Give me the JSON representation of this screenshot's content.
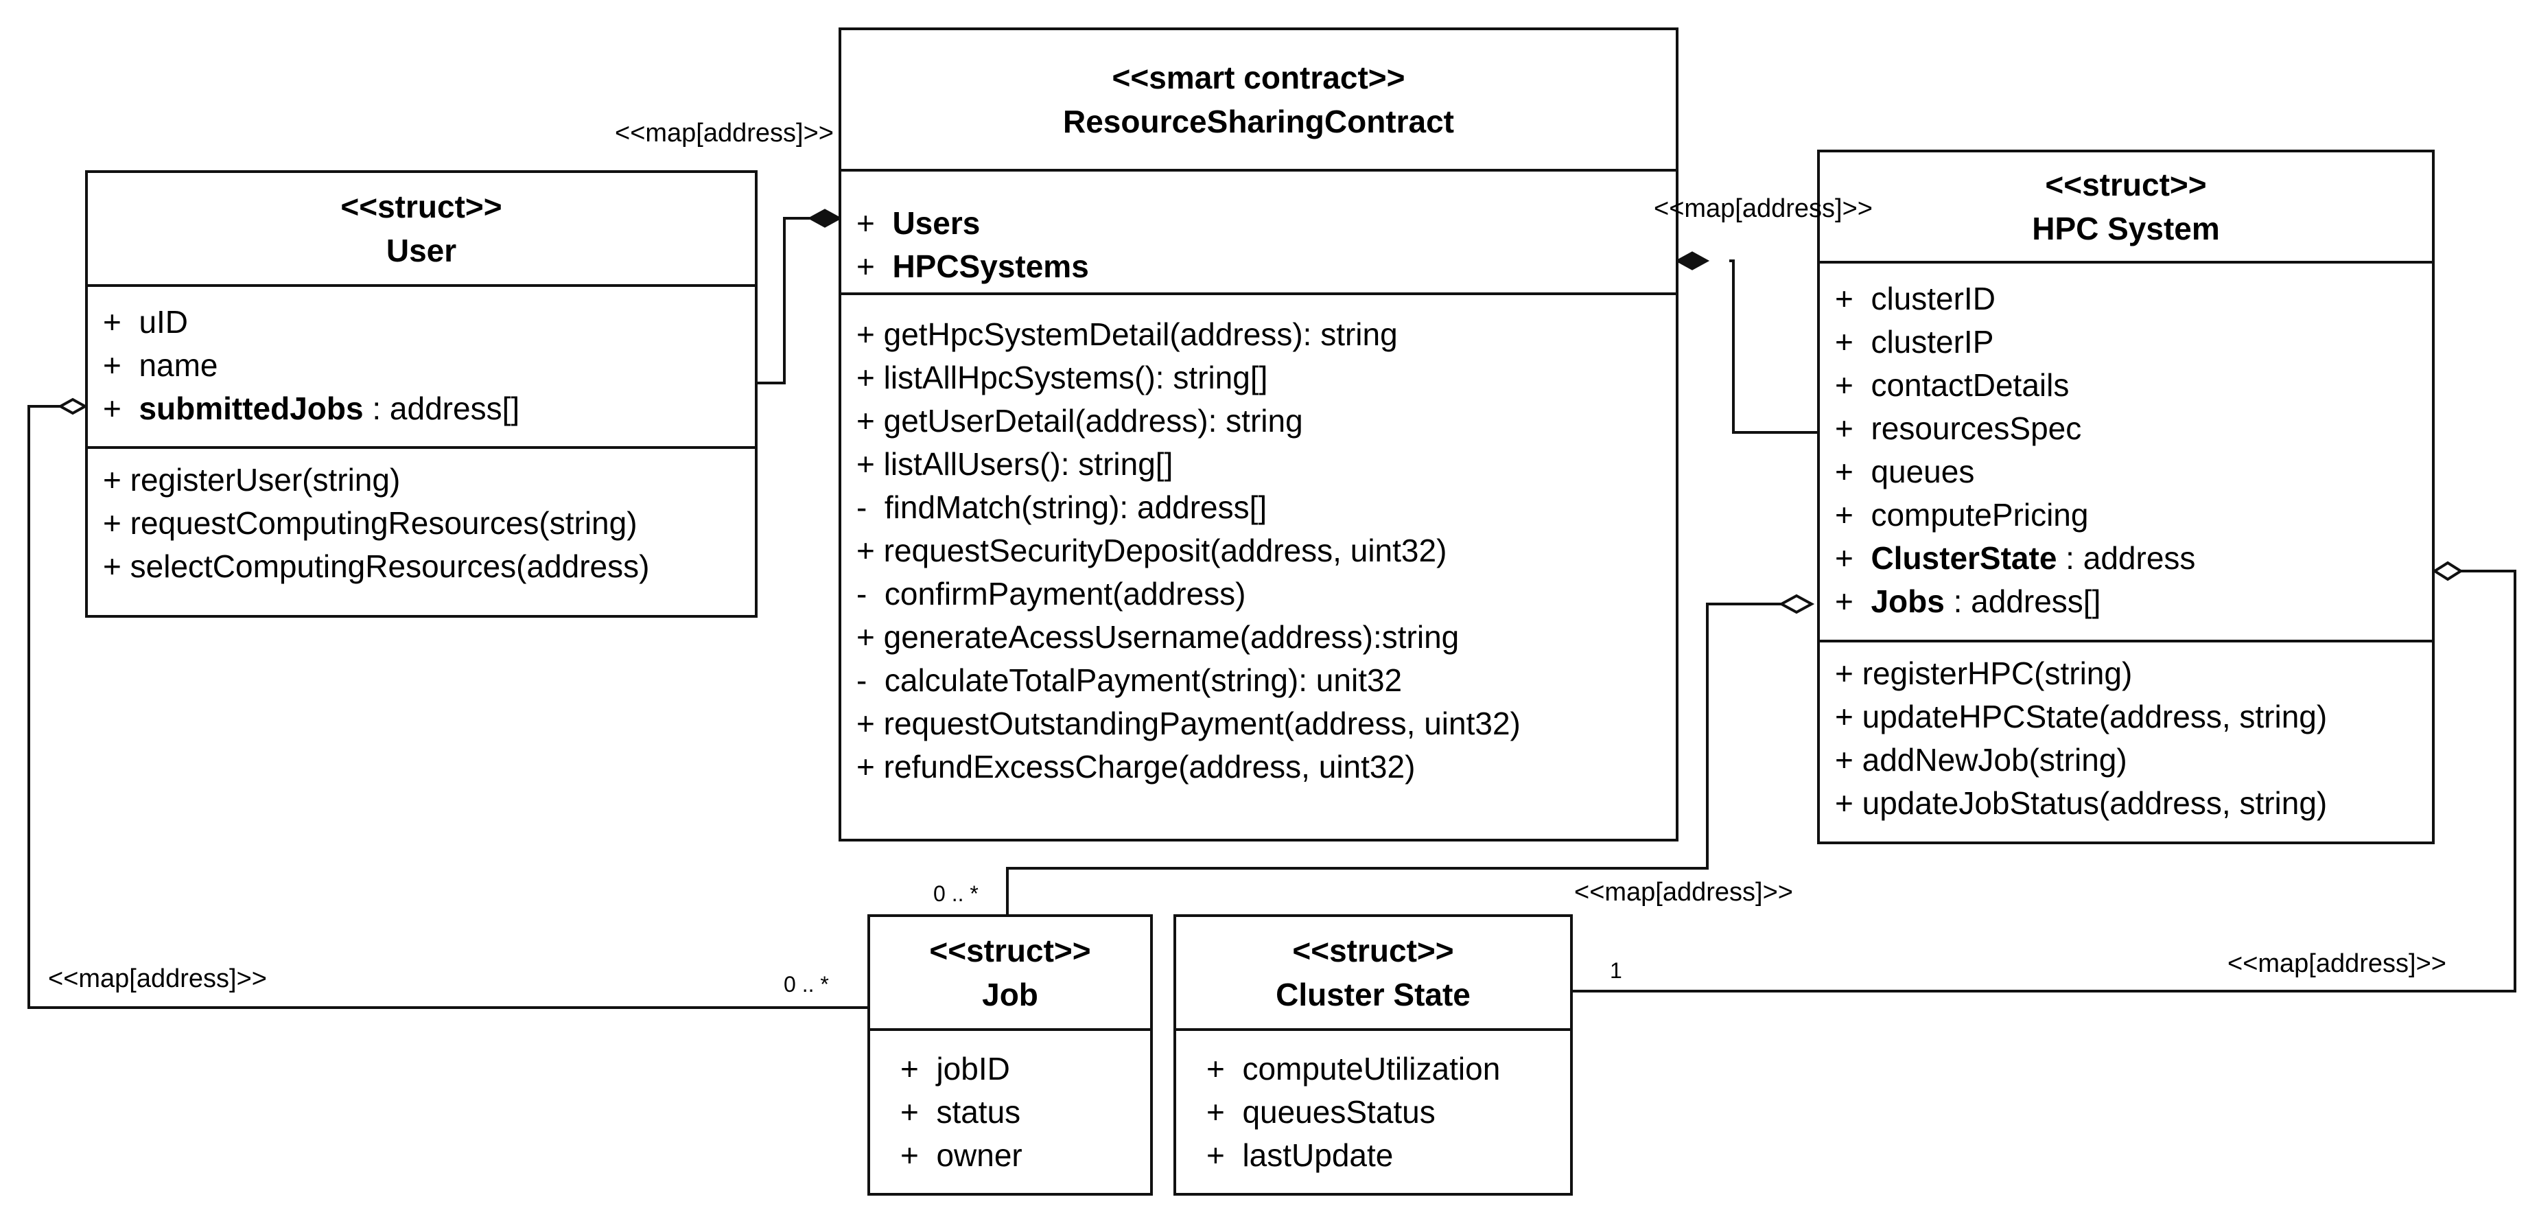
{
  "classes": {
    "contract": {
      "stereotype": "<<smart contract>>",
      "name": "ResourceSharingContract",
      "attributes": [
        {
          "vis": "+",
          "name": "Users",
          "type": ""
        },
        {
          "vis": "+",
          "name": "HPCSystems",
          "type": ""
        }
      ],
      "methods": [
        "+ getHpcSystemDetail(address): string",
        "+ listAllHpcSystems(): string[]",
        "+ getUserDetail(address): string",
        "+ listAllUsers(): string[]",
        "-  findMatch(string): address[]",
        "+ requestSecurityDeposit(address, uint32)",
        "-  confirmPayment(address)",
        "+ generateAcessUsername(address):string",
        "-  calculateTotalPayment(string): unit32",
        "+ requestOutstandingPayment(address, uint32)",
        "+ refundExcessCharge(address, uint32)"
      ]
    },
    "user": {
      "stereotype": "<<struct>>",
      "name": "User",
      "attributes": [
        {
          "vis": "+",
          "name": "uID",
          "type": ""
        },
        {
          "vis": "+",
          "name": "name",
          "type": ""
        },
        {
          "vis": "+",
          "name": "submittedJobs",
          "type": " : address[]"
        }
      ],
      "methods": [
        "+ registerUser(string)",
        "+ requestComputingResources(string)",
        "+ selectComputingResources(address)"
      ]
    },
    "hpc": {
      "stereotype": "<<struct>>",
      "name": "HPC System",
      "attributes": [
        {
          "vis": "+",
          "name": "clusterID",
          "type": ""
        },
        {
          "vis": "+",
          "name": "clusterIP",
          "type": ""
        },
        {
          "vis": "+",
          "name": "contactDetails",
          "type": ""
        },
        {
          "vis": "+",
          "name": "resourcesSpec",
          "type": ""
        },
        {
          "vis": "+",
          "name": "queues",
          "type": ""
        },
        {
          "vis": "+",
          "name": "computePricing",
          "type": ""
        },
        {
          "vis": "+",
          "name": "ClusterState",
          "type": " : address"
        },
        {
          "vis": "+",
          "name": "Jobs",
          "type": " : address[]"
        }
      ],
      "methods": [
        "+ registerHPC(string)",
        "+ updateHPCState(address, string)",
        "+ addNewJob(string)",
        "+ updateJobStatus(address, string)"
      ]
    },
    "job": {
      "stereotype": "<<struct>>",
      "name": "Job",
      "attributes": [
        {
          "vis": "+",
          "name": "jobID",
          "type": ""
        },
        {
          "vis": "+",
          "name": "status",
          "type": ""
        },
        {
          "vis": "+",
          "name": "owner",
          "type": ""
        }
      ]
    },
    "cluster": {
      "stereotype": "<<struct>>",
      "name": "Cluster State",
      "attributes": [
        {
          "vis": "+",
          "name": "computeUtilization",
          "type": ""
        },
        {
          "vis": "+",
          "name": "queuesStatus",
          "type": ""
        },
        {
          "vis": "+",
          "name": "lastUpdate",
          "type": ""
        }
      ]
    }
  },
  "labels": {
    "map_contract_user": "<<map[address]>>",
    "map_contract_hpc": "<<map[address]>>",
    "map_hpc_job": "<<map[address]>>",
    "map_user_job": "<<map[address]>>",
    "map_hpc_cluster": "<<map[address]>>",
    "mult_job_top": "0 .. *",
    "mult_job_left": "0 .. *",
    "mult_cluster": "1"
  },
  "colors": {
    "line": "#111111",
    "background": "#ffffff"
  }
}
